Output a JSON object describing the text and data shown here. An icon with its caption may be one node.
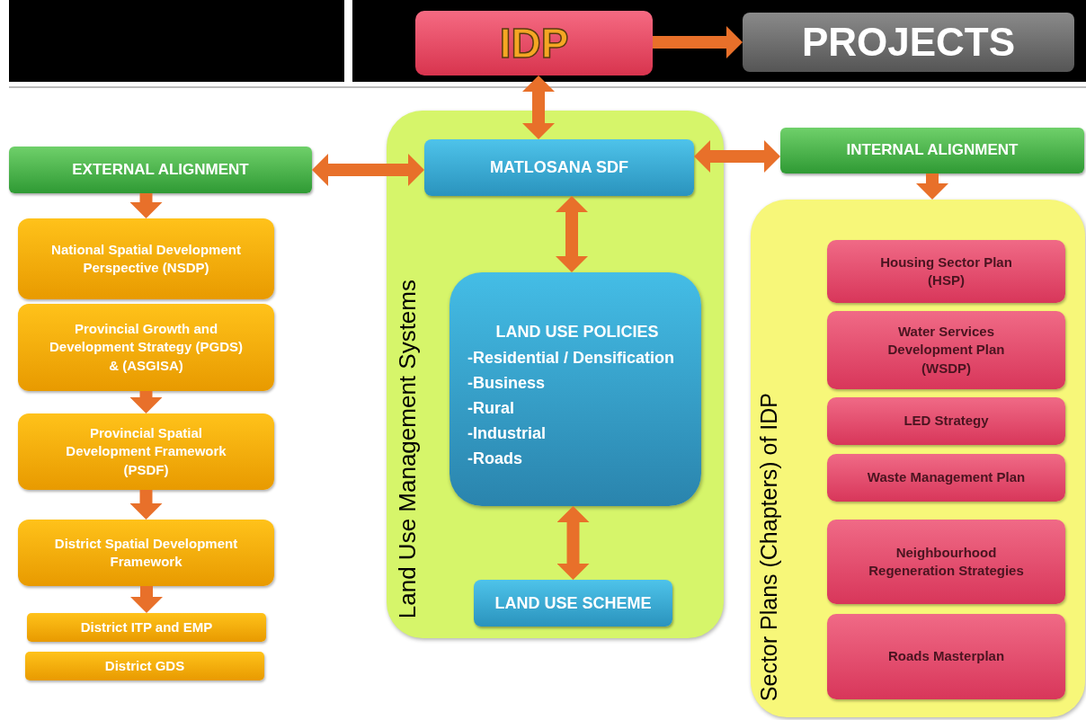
{
  "diagram": {
    "nodes": [
      {
        "text": [
          "IDP"
        ]
      },
      {
        "text": [
          "PROJECTS"
        ]
      },
      {
        "text": [
          "EXTERNAL ALIGNMENT"
        ]
      },
      {
        "text": [
          "National Spatial Development Perspective (NSDP)"
        ]
      },
      {
        "text": [
          "Provincial Growth and Development Strategy (PGDS) & (ASGISA)"
        ]
      },
      {
        "text": [
          "Provincial Spatial Development Framework (PSDF)"
        ]
      },
      {
        "text": [
          "District Spatial Development Framework"
        ]
      },
      {
        "text": [
          "District ITP and EMP"
        ]
      },
      {
        "text": [
          "District GDS"
        ]
      },
      {
        "text": [
          "Land Use Management Systems"
        ]
      },
      {
        "text": [
          "MATLOSANA SDF"
        ],
        "in": 9
      },
      {
        "text": [
          "LAND USE POLICIES",
          "-Residential / Densification",
          "-Business",
          "-Rural",
          "-Industrial",
          "-Roads"
        ],
        "in": 9
      },
      {
        "text": [
          "LAND USE SCHEME"
        ],
        "in": 9
      },
      {
        "text": [
          "INTERNAL ALIGNMENT"
        ]
      },
      {
        "text": [
          "Sector Plans (Chapters) of IDP"
        ]
      },
      {
        "text": [
          "Housing Sector Plan (HSP)"
        ],
        "in": 14
      },
      {
        "text": [
          "Water Services Development Plan (WSDP)"
        ],
        "in": 14
      },
      {
        "text": [
          "LED Strategy"
        ],
        "in": 14
      },
      {
        "text": [
          "Waste Management Plan"
        ],
        "in": 14
      },
      {
        "text": [
          "Neighbourhood Regeneration Strategies"
        ],
        "in": 14
      },
      {
        "text": [
          "Roads Masterplan"
        ],
        "in": 14
      }
    ],
    "edges": [
      {
        "from": 0,
        "to": 1,
        "arrow": "to"
      },
      {
        "from": 0,
        "to": 10,
        "arrow": "both"
      },
      {
        "from": 10,
        "to": 2,
        "arrow": "both"
      },
      {
        "from": 10,
        "to": 13,
        "arrow": "both"
      },
      {
        "from": 2,
        "to": 3,
        "arrow": "to"
      },
      {
        "from": 4,
        "to": 5,
        "arrow": "to"
      },
      {
        "from": 5,
        "to": 6,
        "arrow": "to"
      },
      {
        "from": 6,
        "to": 7,
        "arrow": "to"
      },
      {
        "from": 10,
        "to": 11,
        "arrow": "both"
      },
      {
        "from": 11,
        "to": 12,
        "arrow": "both"
      },
      {
        "from": 13,
        "to": 14,
        "arrow": "to"
      }
    ]
  }
}
